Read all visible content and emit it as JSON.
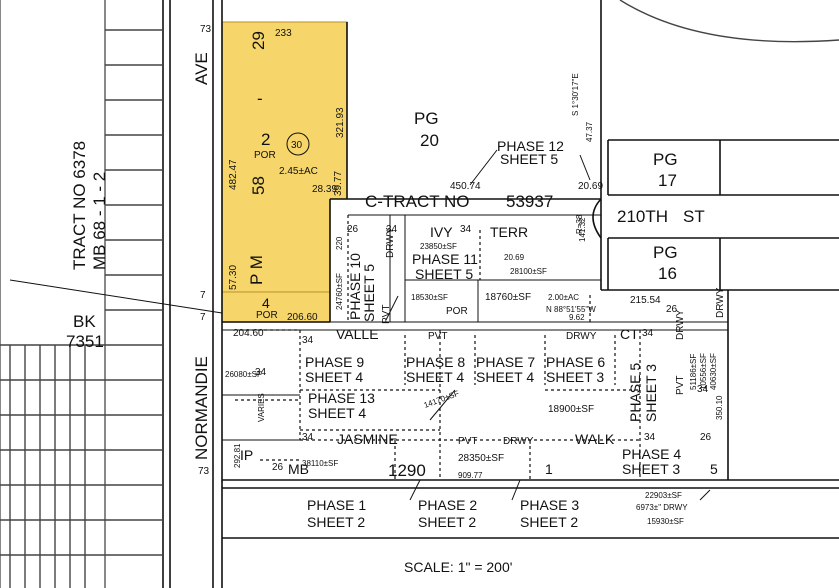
{
  "colors": {
    "highlight": "#f6d66a",
    "highlight_border": "#c8a43a",
    "ink": "#111111"
  },
  "streets": {
    "ave": "AVE",
    "normandie": "NORMANDIE",
    "st_210": "210TH",
    "st": "ST",
    "ivy": "IVY",
    "terr": "TERR",
    "valle": "VALLE",
    "pvt": "PVT",
    "drwy": "DRWY",
    "ct": "CT",
    "jasmine": "JASMINE",
    "walk": "WALK"
  },
  "tract_left": {
    "line1": "TRACT NO 6378",
    "line2": "MB 68 - 1 - 2"
  },
  "bk": {
    "label": "BK",
    "number": "7351"
  },
  "pg_blocks": [
    {
      "label": "PG",
      "num": "20"
    },
    {
      "label": "PG",
      "num": "17"
    },
    {
      "label": "PG",
      "num": "16"
    }
  ],
  "highlight_parcel": {
    "top_num": "29",
    "dash": "-",
    "lot": "2",
    "por": "POR",
    "circle_num": "30",
    "area": "2.45±AC",
    "pm": "P M",
    "pm_num": "58",
    "lot4": "4",
    "por4": "POR",
    "dims": {
      "top": "233",
      "right": "321.93",
      "left": "482.47",
      "inner": "28.39",
      "bottom": "206.60",
      "side": "57.30",
      "corner_top": "73"
    }
  },
  "c_tract": {
    "label": "C-TRACT NO",
    "number": "53937"
  },
  "phase_labels": [
    {
      "phase": "PHASE 12",
      "sheet": "SHEET 5"
    },
    {
      "phase": "PHASE 11",
      "sheet": "SHEET 5"
    },
    {
      "phase": "PHASE 10",
      "sheet": "SHEET 5"
    },
    {
      "phase": "PHASE 9",
      "sheet": "SHEET 4"
    },
    {
      "phase": "PHASE 8",
      "sheet": "SHEET 4"
    },
    {
      "phase": "PHASE 7",
      "sheet": "SHEET 4"
    },
    {
      "phase": "PHASE 6",
      "sheet": "SHEET 3"
    },
    {
      "phase": "PHASE 5",
      "sheet": "SHEET 3"
    },
    {
      "phase": "PHASE 13",
      "sheet": "SHEET 4"
    },
    {
      "phase": "PHASE 4",
      "sheet": "SHEET 3"
    },
    {
      "phase": "PHASE 1",
      "sheet": "SHEET 2"
    },
    {
      "phase": "PHASE 2",
      "sheet": "SHEET 2"
    },
    {
      "phase": "PHASE 3",
      "sheet": "SHEET 2"
    }
  ],
  "dims": {
    "d450": "450.74",
    "d2069a": "20.69",
    "d2069b": "20.69",
    "bearing": "S 1°30'17\"E",
    "d4737": "47.37",
    "d3977": "39.77",
    "r38": "R=38",
    "sf23850": "23850±SF",
    "sf28100": "28100±SF",
    "sf18530": "18530±SF",
    "sf18760": "18760±SF",
    "ac200": "2.00±AC",
    "bearing2": "N 88°51'55\"W",
    "d962": "9.62",
    "d21554": "215.54",
    "d20460": "204.60",
    "sf26080": "26080±SF",
    "sf24760": "24760±SF",
    "d220": "220",
    "sf14170": "14170±SF",
    "sf18900": "18900±SF",
    "sf38110": "38110±SF",
    "sf28350": "28350±SF",
    "d90977": "909.77",
    "sf22903": "22903±SF",
    "sf6973": "6973±\" DRWY",
    "sf15930": "15930±SF",
    "sf51186": "51186±SF",
    "sf10556": "10556±SF",
    "sf40630": "40630±SF",
    "d35010": "350.10",
    "d29281": "292.81",
    "d141": "141.32",
    "varies": "VARIES",
    "n34": "34",
    "n26": "26",
    "n7": "7",
    "n5": "5",
    "n1": "1",
    "n73b": "73",
    "por": "POR",
    "ip": "IP",
    "mb": "MB",
    "mb_num": "1290"
  },
  "scale": "SCALE: 1\" = 200'"
}
